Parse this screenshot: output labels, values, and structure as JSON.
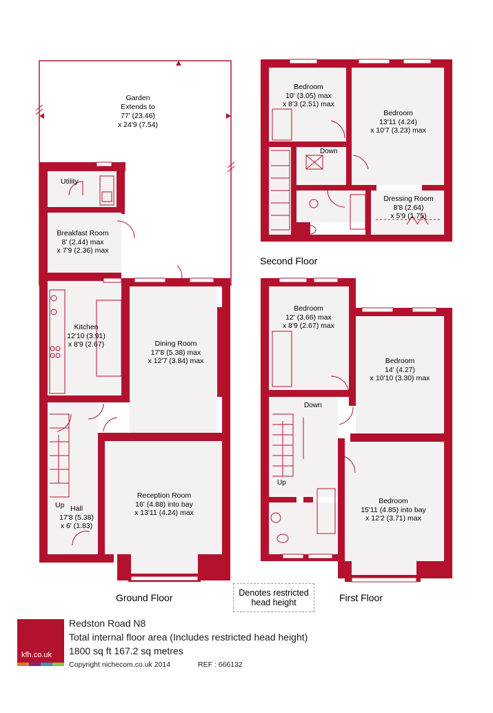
{
  "rooms": {
    "garden": [
      "Garden",
      "Extends to",
      "77' (23.46)",
      "x 24'9 (7.54)"
    ],
    "utility": [
      "Utility"
    ],
    "breakfast": [
      "Breakfast Room",
      "8' (2.44) max",
      "x 7'9 (2.36) max"
    ],
    "kitchen": [
      "Kitchen",
      "12'10 (3.91)",
      "x 8'9 (2.67)"
    ],
    "dining": [
      "Dining Room",
      "17'8 (5.38) max",
      "x 12'7 (3.84) max"
    ],
    "reception": [
      "Reception Room",
      "16' (4.88) into bay",
      "x 13'11 (4.24) max"
    ],
    "hall": [
      "Hall",
      "17'8 (5.38)",
      "x 6' (1.83)"
    ],
    "hall_up": "Up",
    "sf_bed1": [
      "Bedroom",
      "10' (3.05) max",
      "x 8'3 (2.51) max"
    ],
    "sf_bed2": [
      "Bedroom",
      "13'11 (4.24)",
      "x 10'7 (3.23) max"
    ],
    "sf_dressing": [
      "Dressing Room",
      "8'8 (2.64)",
      "x 5'9 (1.75)"
    ],
    "sf_down": "Down",
    "ff_bed1": [
      "Bedroom",
      "12' (3.66) max",
      "x 8'9 (2.67) max"
    ],
    "ff_bed2": [
      "Bedroom",
      "14' (4.27)",
      "x 10'10 (3.30) max"
    ],
    "ff_bed3": [
      "Bedroom",
      "15'11 (4.85) into bay",
      "x 12'2 (3.71) max"
    ],
    "ff_down": "Down",
    "ff_up": "Up"
  },
  "floors": {
    "ground": "Ground Floor",
    "second": "Second Floor",
    "first": "First Floor"
  },
  "legend": [
    "Denotes restricted",
    "head height"
  ],
  "footer": {
    "address": "Redston Road N8",
    "area_desc": "Total internal floor area (Includes restricted head height)",
    "area": "1800 sq ft 167.2 sq metres",
    "copyright": "Copyright nichecom.co.uk 2014",
    "ref": "REF : 666132"
  },
  "logo_text": "kfh.co.uk",
  "colors": {
    "wall": "#b3122e",
    "room": "#f4f1f2"
  }
}
